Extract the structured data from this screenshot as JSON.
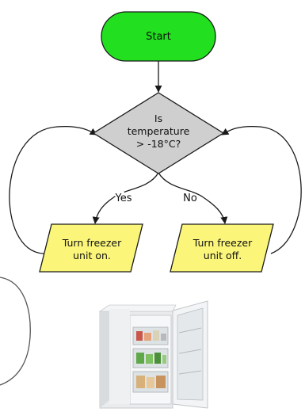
{
  "flowchart": {
    "start": {
      "label": "Start",
      "fill": "#22e01f",
      "stroke": "#1a1a1a"
    },
    "decision": {
      "lines": [
        "Is",
        "temperature",
        "> -18°C?"
      ],
      "fill": "#cfcfcf"
    },
    "branches": {
      "yes": "Yes",
      "no": "No"
    },
    "actions": [
      {
        "lines": [
          "Turn freezer",
          "unit on."
        ],
        "fill": "#fbf67a"
      },
      {
        "lines": [
          "Turn freezer",
          "unit off."
        ],
        "fill": "#fbf67a"
      }
    ],
    "line_color": "#1a1a1a"
  },
  "illustration": {
    "subject": "open-freezer"
  }
}
